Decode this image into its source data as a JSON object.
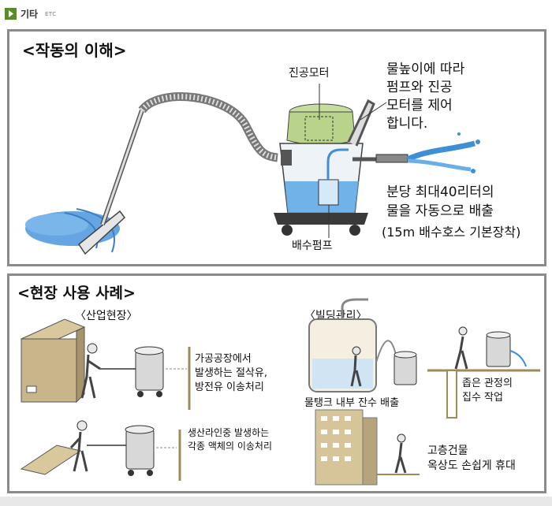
{
  "header": {
    "title": "기타",
    "subtitle": "ETC"
  },
  "section1": {
    "title": "<작동의 이해>",
    "label_vacuum_motor": "진공모터",
    "desc1": [
      "물높이에 따라",
      "펌프와 진공",
      "모터를 제어",
      "합니다."
    ],
    "desc2": [
      "분당 최대40리터의",
      "물을 자동으로 배출",
      "(15m 배수호스 기본장착)"
    ],
    "label_drain_pump": "배수펌프"
  },
  "section2": {
    "title": "<현장 사용 사례>",
    "industrial": {
      "title": "〈산업현장〉",
      "case1": [
        "가공공장에서",
        "발생하는 절삭유,",
        "방전유 이송처리"
      ],
      "case2": [
        "생산라인중 발생하는",
        "각종 액체의 이송처리"
      ]
    },
    "building": {
      "title": "〈빌딩관리〉",
      "tank_caption": "물탱크 내부 잔수 배출",
      "pipe_caption": [
        "좁은 관정의",
        "집수 작업"
      ],
      "rooftop_caption": [
        "고층건물",
        "옥상도 손쉽게 휴대"
      ]
    }
  },
  "colors": {
    "accent": "#5a8a2c",
    "water": "#3f8fd6",
    "motor": "#b9d48a",
    "border": "#8a8a8a"
  }
}
